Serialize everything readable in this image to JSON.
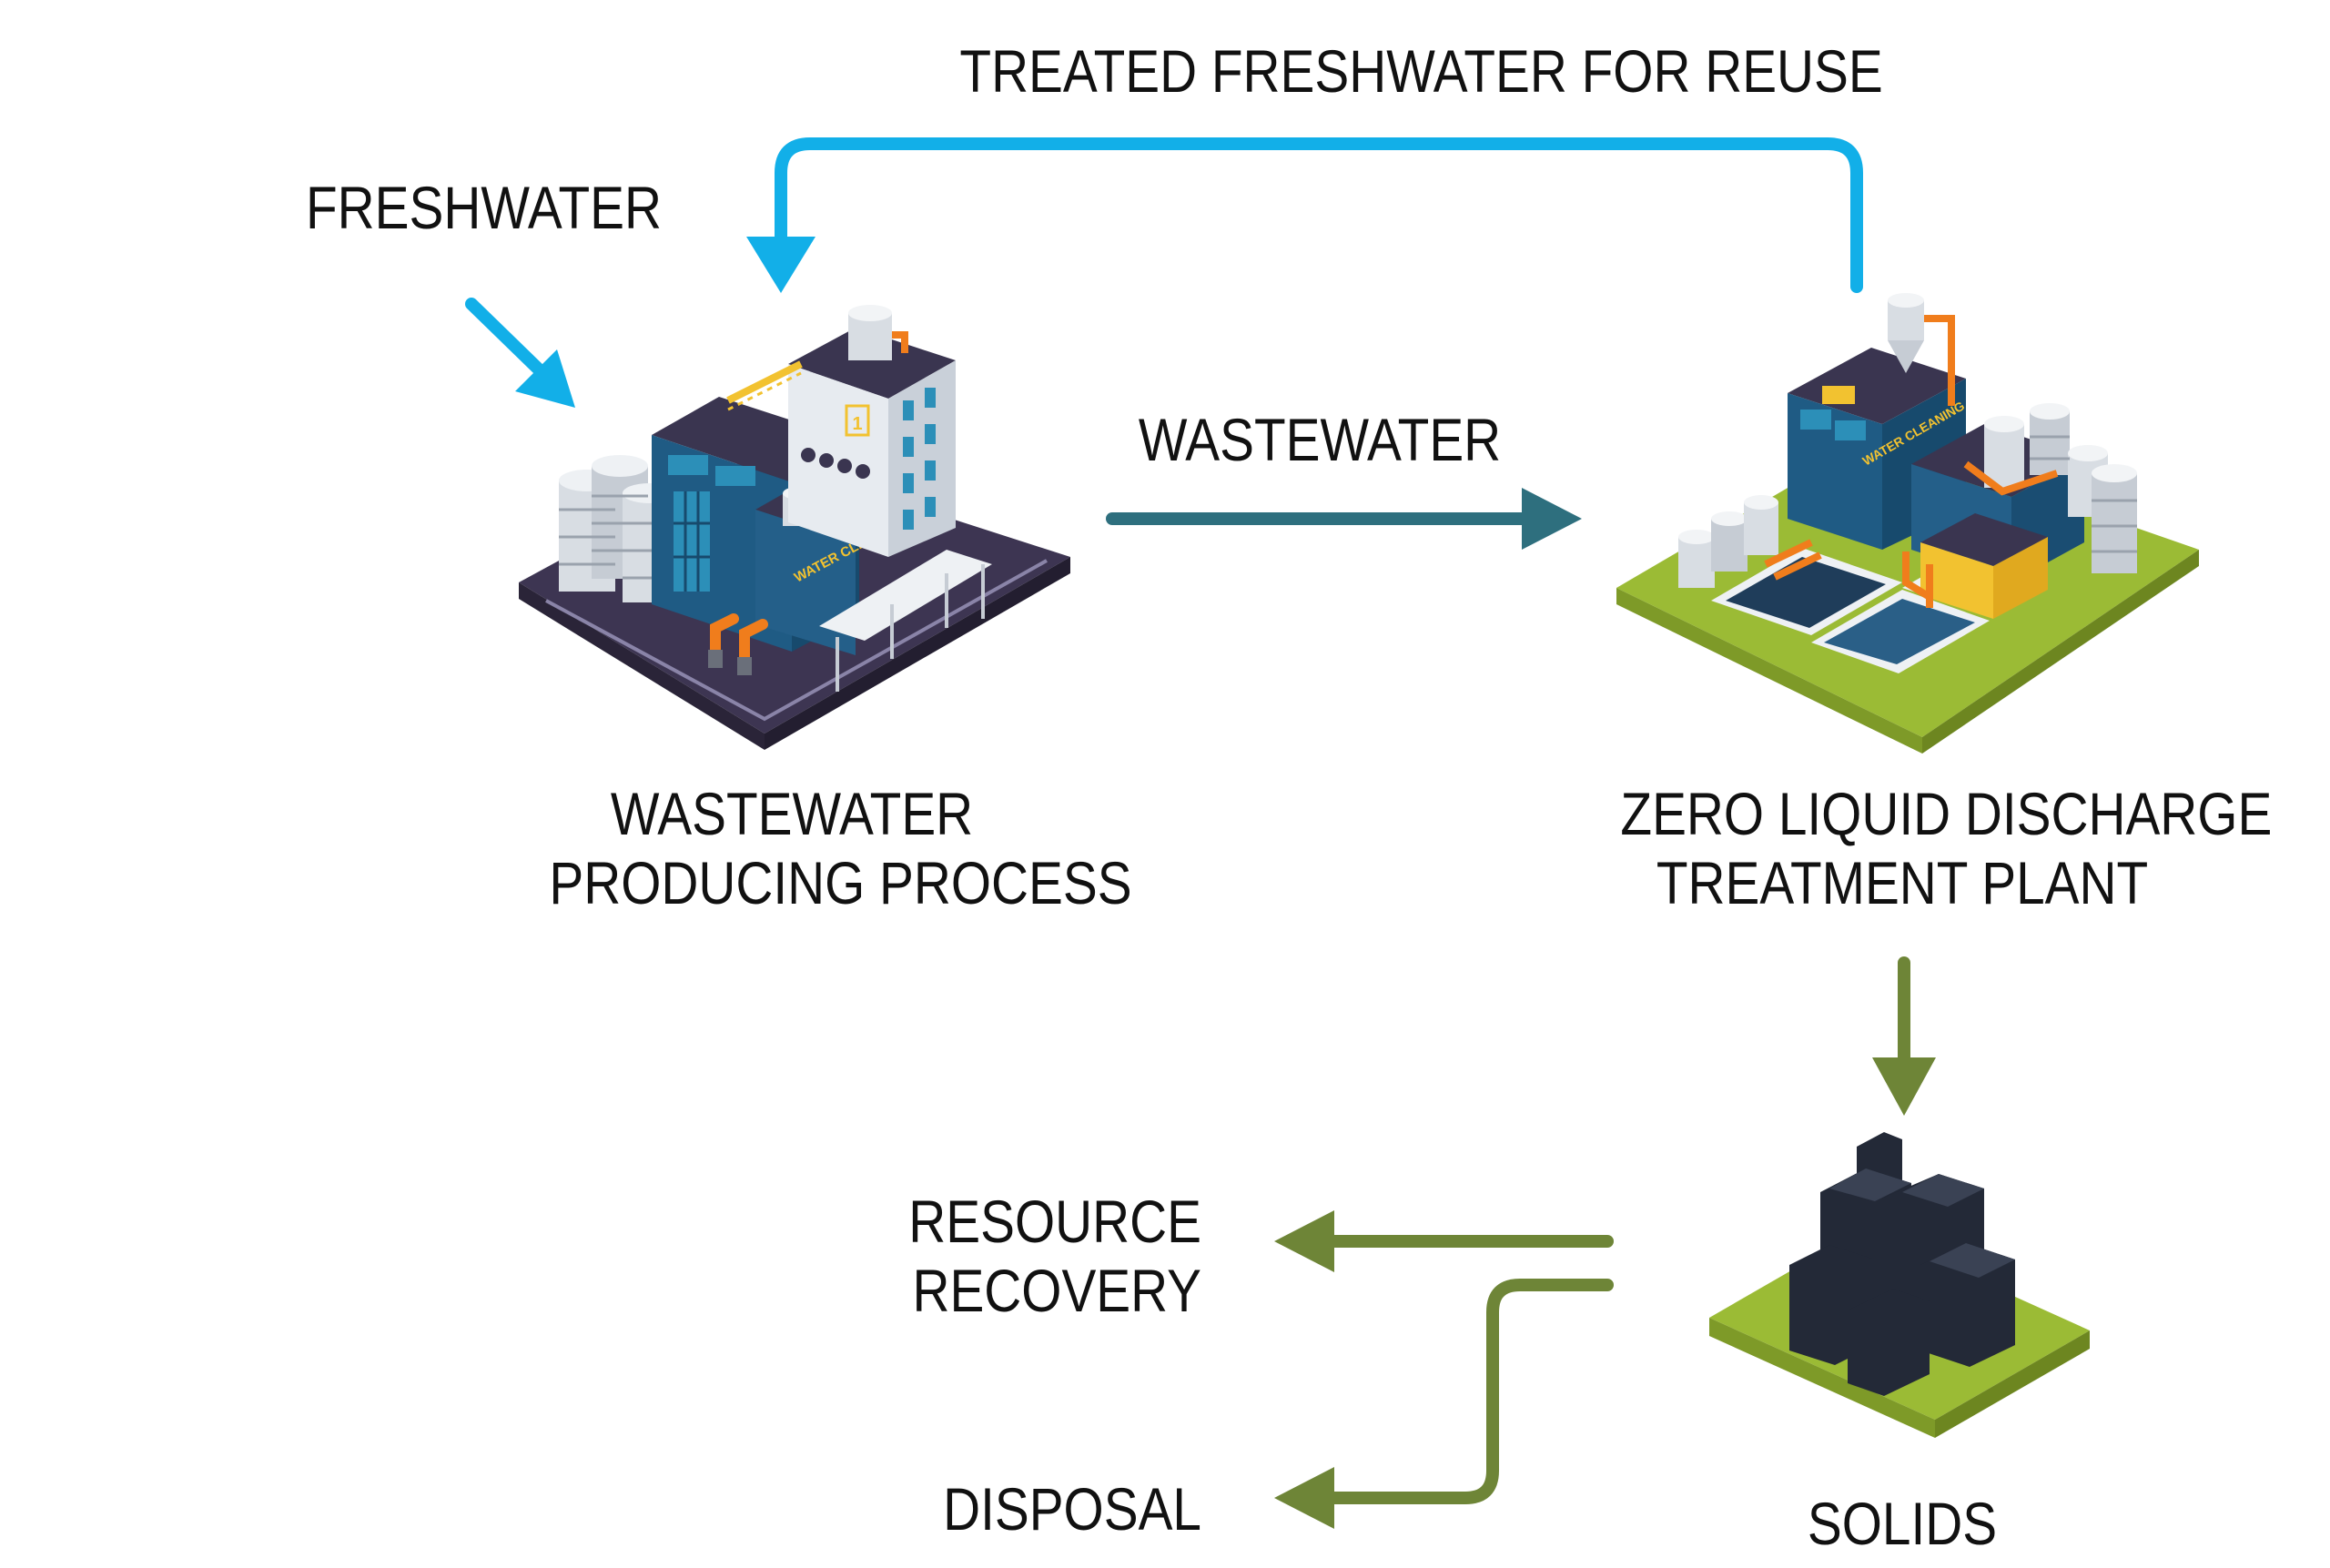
{
  "labels": {
    "treated_return": "TREATED FRESHWATER FOR REUSE",
    "freshwater": "FRESHWATER",
    "wastewater_flow": "WASTEWATER",
    "process_line1": "WASTEWATER",
    "process_line2": "PRODUCING PROCESS",
    "plant_line1": "ZERO LIQUID DISCHARGE",
    "plant_line2": "TREATMENT PLANT",
    "recovery_line1": "RESOURCE",
    "recovery_line2": "RECOVERY",
    "disposal": "DISPOSAL",
    "solids": "SOLIDS",
    "sign_number": "1",
    "process_sign": "WATER CLEANING",
    "plant_sign": "WATER CLEANING"
  },
  "colors": {
    "freshwater_blue": "#12afe8",
    "wastewater_teal": "#2e6f7e",
    "solids_green": "#6e8537",
    "ground_dark": "#3d3552",
    "ground_green": "#9bbb35",
    "building_blue": "#1f5b84",
    "roof_dark": "#3a3550",
    "silo_grey": "#d8dde3",
    "pipe_orange": "#f07d1c",
    "accent_yellow": "#f2c230",
    "solids_black": "#232937"
  }
}
